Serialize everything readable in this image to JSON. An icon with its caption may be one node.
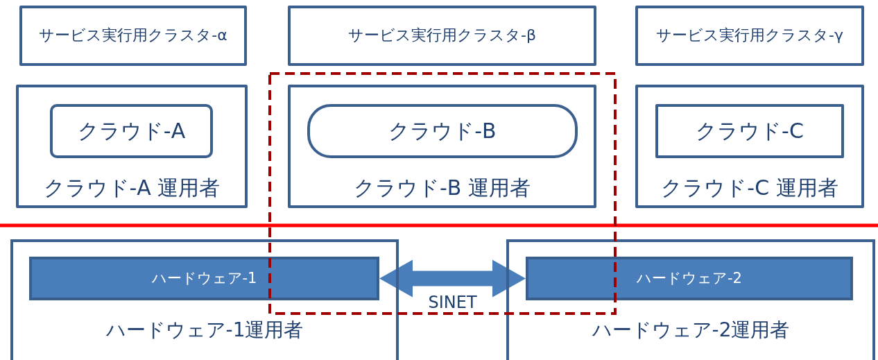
{
  "diagram": {
    "nodes": [
      {
        "text": [
          "サービス実行用クラスタ-α"
        ]
      },
      {
        "text": [
          "サービス実行用クラスタ-β"
        ]
      },
      {
        "text": [
          "サービス実行用クラスタ-γ"
        ]
      },
      {
        "text": [
          "クラウド-A 運用者"
        ]
      },
      {
        "text": [
          "クラウド-A"
        ],
        "in": 3
      },
      {
        "text": [
          "クラウド-B 運用者"
        ]
      },
      {
        "text": [
          "クラウド-B"
        ],
        "in": 5
      },
      {
        "text": [
          "クラウド-C 運用者"
        ]
      },
      {
        "text": [
          "クラウド-C"
        ],
        "in": 7
      },
      {
        "text": [
          "ハードウェア-1運用者"
        ]
      },
      {
        "text": [
          "ハードウェア-1"
        ],
        "in": 9
      },
      {
        "text": [
          "ハードウェア-2運用者"
        ]
      },
      {
        "text": [
          "ハードウェア-2"
        ],
        "in": 11
      }
    ],
    "edges": [
      {
        "from": 10,
        "to": 12,
        "arrow": "both",
        "label": "SINET"
      }
    ]
  }
}
